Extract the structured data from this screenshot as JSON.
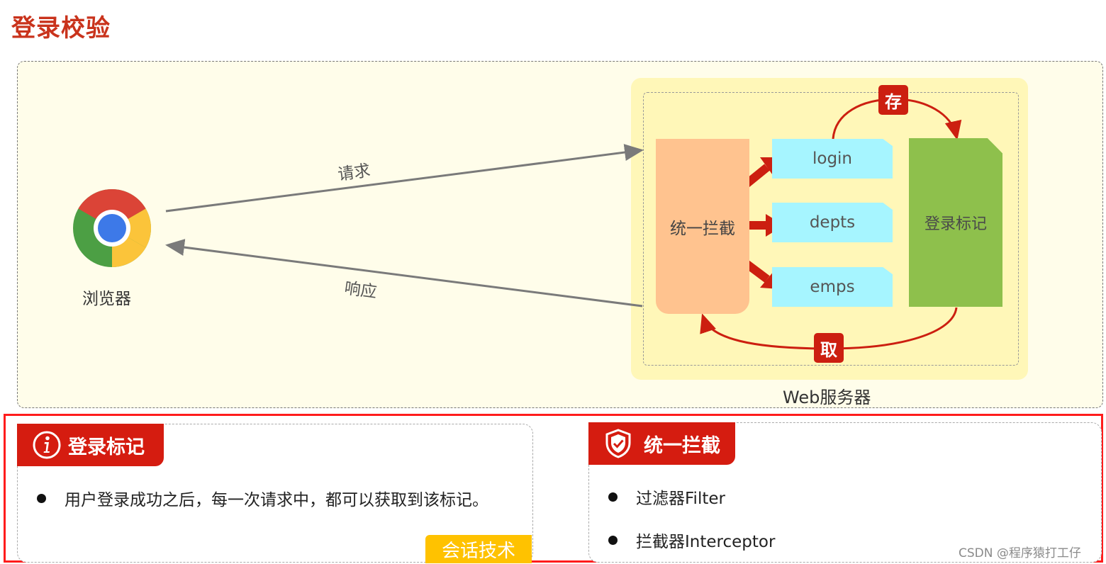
{
  "title": "登录校验",
  "diagram": {
    "browser": {
      "label": "浏览器",
      "icon": "chrome-browser-icon"
    },
    "request_label": "请求",
    "response_label": "响应",
    "server": {
      "label": "Web服务器",
      "interceptor": "统一拦截",
      "endpoints": [
        "login",
        "depts",
        "emps"
      ],
      "login_mark": "登录标记",
      "store_tag": "存",
      "fetch_tag": "取"
    },
    "colors": {
      "interceptor": "#ffc38f",
      "endpoint": "#a6f5ff",
      "login_mark": "#8ec04c",
      "arrow_red": "#cc1f10",
      "server_zone": "#fff7b8"
    }
  },
  "cards": [
    {
      "title": "登录标记",
      "icon": "info-icon",
      "bullets": [
        "用户登录成功之后，每一次请求中，都可以获取到该标记。"
      ],
      "tag": "会话技术"
    },
    {
      "title": "统一拦截",
      "icon": "shield-check-icon",
      "bullets": [
        "过滤器Filter",
        "拦截器Interceptor"
      ]
    }
  ],
  "watermark": "CSDN @程序猿打工仔"
}
